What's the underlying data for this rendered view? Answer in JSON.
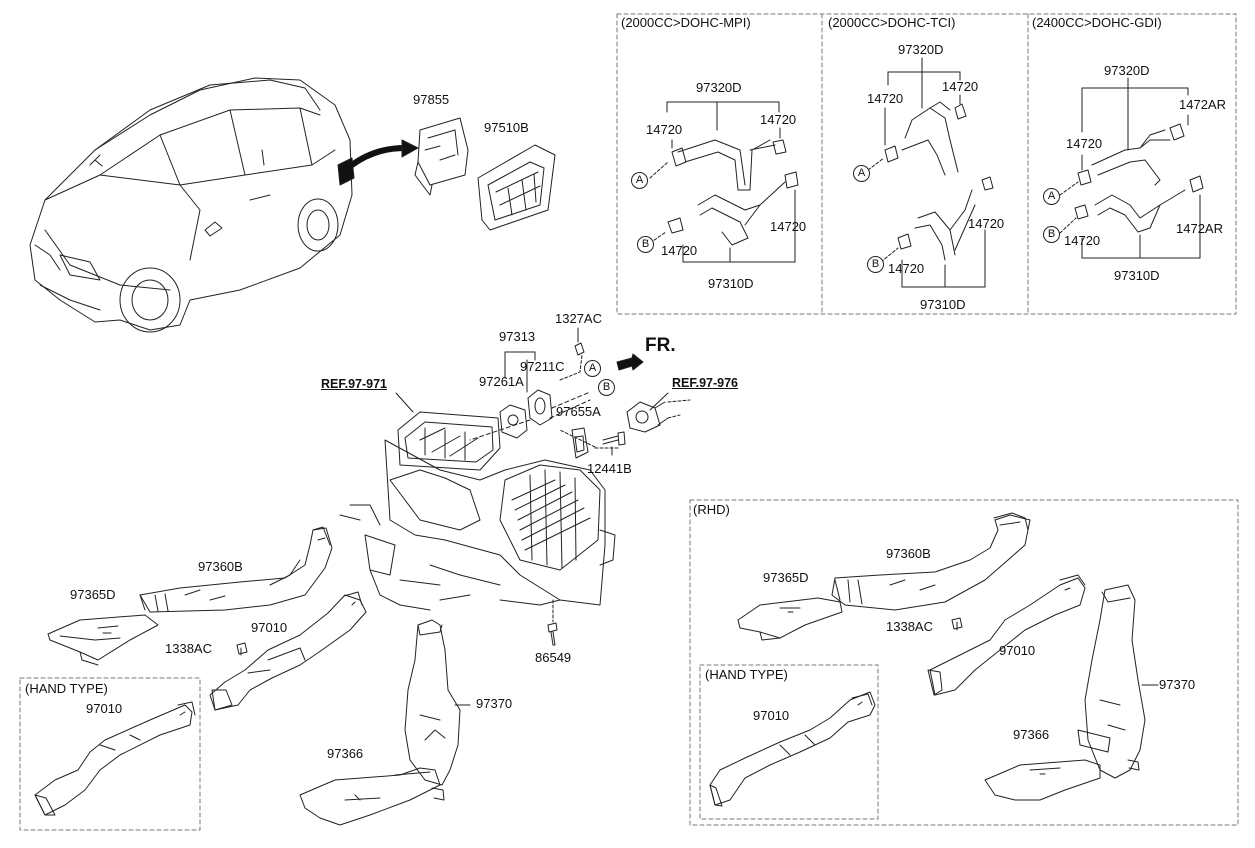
{
  "panels": {
    "mpi": {
      "title": "(2000CC>DOHC-MPI)",
      "hose_upper": "97320D",
      "clamp_ul": "14720",
      "clamp_ur": "14720",
      "clamp_lr": "14720",
      "clamp_ll": "14720",
      "hose_lower": "97310D",
      "marker_a": "A",
      "marker_b": "B"
    },
    "tci": {
      "title": "(2000CC>DOHC-TCI)",
      "hose_upper": "97320D",
      "clamp_ur": "14720",
      "clamp_ul": "14720",
      "clamp_lr": "14720",
      "clamp_ll": "14720",
      "hose_lower": "97310D",
      "marker_a": "A",
      "marker_b": "B"
    },
    "gdi": {
      "title": "(2400CC>DOHC-GDI)",
      "hose_upper": "97320D",
      "clamp_ur": "1472AR",
      "clamp_ul": "14720",
      "clamp_lr": "1472AR",
      "clamp_ll": "14720",
      "hose_lower": "97310D",
      "marker_a": "A",
      "marker_b": "B"
    }
  },
  "main": {
    "parts": {
      "p97855": "97855",
      "p97510b": "97510B",
      "p1327ac": "1327AC",
      "p97313": "97313",
      "p97211c": "97211C",
      "p97261a": "97261A",
      "p97655a": "97655A",
      "p12441b": "12441B",
      "p97360b": "97360B",
      "p97365d": "97365D",
      "p97010": "97010",
      "p1338ac": "1338AC",
      "p86549": "86549",
      "p97370": "97370",
      "p97366": "97366"
    },
    "ref_left": "REF.97-971",
    "ref_right": "REF.97-976",
    "front": "FR.",
    "marker_a": "A",
    "marker_b": "B",
    "hand_type": {
      "title": "(HAND TYPE)",
      "part": "97010"
    }
  },
  "rhd": {
    "title": "(RHD)",
    "p97360b": "97360B",
    "p97365d": "97365D",
    "p1338ac": "1338AC",
    "p97010": "97010",
    "p97370": "97370",
    "p97366": "97366",
    "hand_type": {
      "title": "(HAND TYPE)",
      "part": "97010"
    }
  },
  "colors": {
    "line": "#222222",
    "box": "#777777",
    "background": "#ffffff"
  }
}
